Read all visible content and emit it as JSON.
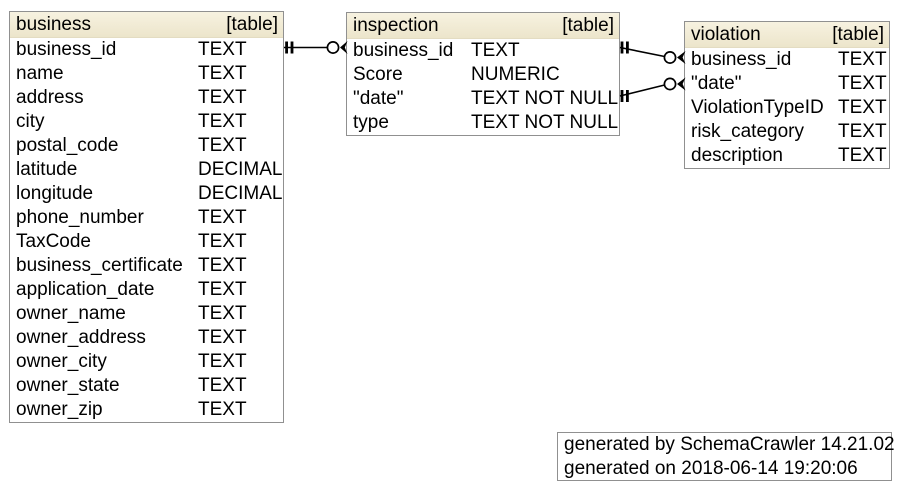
{
  "diagram": {
    "tables": [
      {
        "name": "business",
        "badge": "[table]",
        "columns": [
          {
            "name": "business_id",
            "type": "TEXT"
          },
          {
            "name": "name",
            "type": "TEXT"
          },
          {
            "name": "address",
            "type": "TEXT"
          },
          {
            "name": "city",
            "type": "TEXT"
          },
          {
            "name": "postal_code",
            "type": "TEXT"
          },
          {
            "name": "latitude",
            "type": "DECIMAL"
          },
          {
            "name": "longitude",
            "type": "DECIMAL"
          },
          {
            "name": "phone_number",
            "type": "TEXT"
          },
          {
            "name": "TaxCode",
            "type": "TEXT"
          },
          {
            "name": "business_certificate",
            "type": "TEXT"
          },
          {
            "name": "application_date",
            "type": "TEXT"
          },
          {
            "name": "owner_name",
            "type": "TEXT"
          },
          {
            "name": "owner_address",
            "type": "TEXT"
          },
          {
            "name": "owner_city",
            "type": "TEXT"
          },
          {
            "name": "owner_state",
            "type": "TEXT"
          },
          {
            "name": "owner_zip",
            "type": "TEXT"
          }
        ]
      },
      {
        "name": "inspection",
        "badge": "[table]",
        "columns": [
          {
            "name": "business_id",
            "type": "TEXT"
          },
          {
            "name": "Score",
            "type": "NUMERIC"
          },
          {
            "name": "\"date\"",
            "type": "TEXT NOT NULL"
          },
          {
            "name": "type",
            "type": "TEXT NOT NULL"
          }
        ]
      },
      {
        "name": "violation",
        "badge": "[table]",
        "columns": [
          {
            "name": "business_id",
            "type": "TEXT"
          },
          {
            "name": "\"date\"",
            "type": "TEXT"
          },
          {
            "name": "ViolationTypeID",
            "type": "TEXT"
          },
          {
            "name": "risk_category",
            "type": "TEXT"
          },
          {
            "name": "description",
            "type": "TEXT"
          }
        ]
      }
    ],
    "relationships": [
      {
        "from": "business.business_id",
        "to": "inspection.business_id",
        "from_cardinality": "exactly-one (||)",
        "to_cardinality": "zero-or-many (o<)"
      },
      {
        "from": "inspection.business_id",
        "to": "violation.business_id",
        "from_cardinality": "exactly-one (||)",
        "to_cardinality": "zero-or-many (o<)"
      },
      {
        "from": "inspection.\"date\"",
        "to": "violation.\"date\"",
        "from_cardinality": "exactly-one (||)",
        "to_cardinality": "zero-or-many (o<)"
      }
    ],
    "footer": {
      "line1": "generated by SchemaCrawler 14.21.02",
      "line2": "generated on 2018-06-14 19:20:06"
    },
    "colors": {
      "header_bg": "#f0ead6",
      "table_border": "#909090",
      "line": "#000000",
      "background": "#ffffff"
    }
  }
}
